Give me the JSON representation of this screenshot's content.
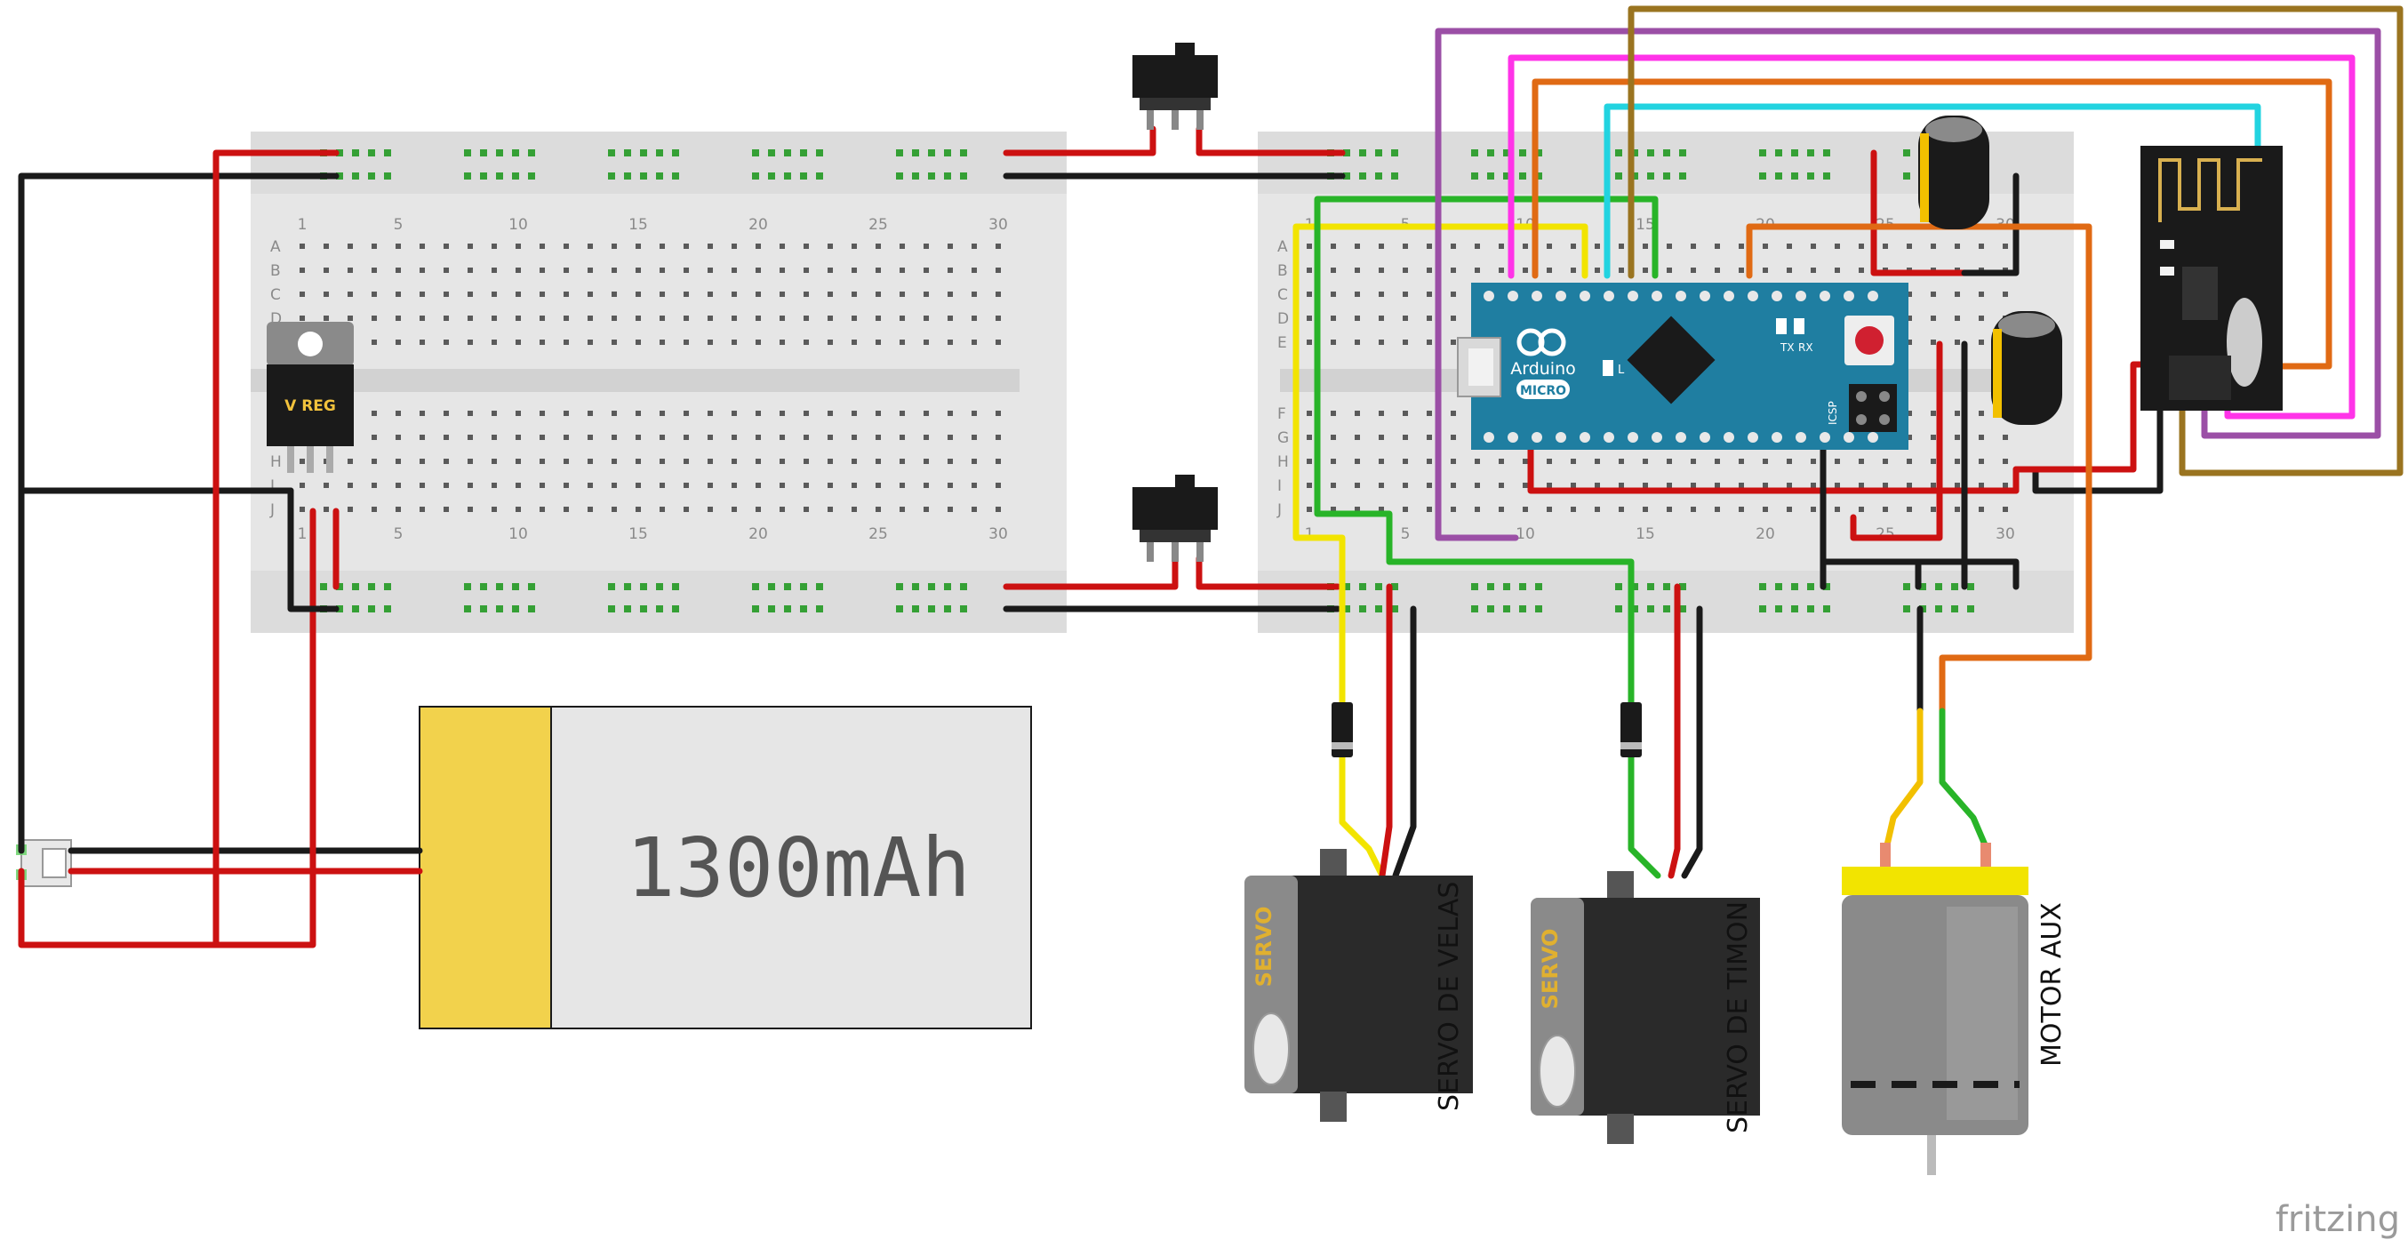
{
  "battery": {
    "label": "1300mAh"
  },
  "regulator": {
    "label": "V REG"
  },
  "arduino": {
    "brand": "Arduino",
    "model": "MICRO",
    "led_tx": "TX",
    "led_rx": "RX",
    "led_l": "L",
    "icsp": "ICSP"
  },
  "servos": [
    {
      "body_text": "SERVO",
      "label": "SERVO DE VELAS"
    },
    {
      "body_text": "SERVO",
      "label": "SERVO DE TIMON"
    }
  ],
  "motor": {
    "label": "MOTOR AUX"
  },
  "breadboard": {
    "columns": [
      "1",
      "5",
      "10",
      "15",
      "20",
      "25",
      "30"
    ],
    "rows_top": [
      "A",
      "B",
      "C",
      "D",
      "E"
    ],
    "rows_bottom": [
      "F",
      "G",
      "H",
      "I",
      "J"
    ]
  },
  "watermark": "fritzing",
  "colors": {
    "power": "#cc1111",
    "ground": "#1a1a1a",
    "signal_yellow": "#f2e400",
    "signal_green": "#28b428",
    "signal_magenta": "#ff33e8",
    "signal_purple": "#9b4fa6",
    "signal_orange": "#e06a14",
    "signal_cyan": "#22d3e0",
    "signal_brown": "#9a7420",
    "arduino_board": "#1f7ea1",
    "breadboard": "#e6e6e6"
  }
}
